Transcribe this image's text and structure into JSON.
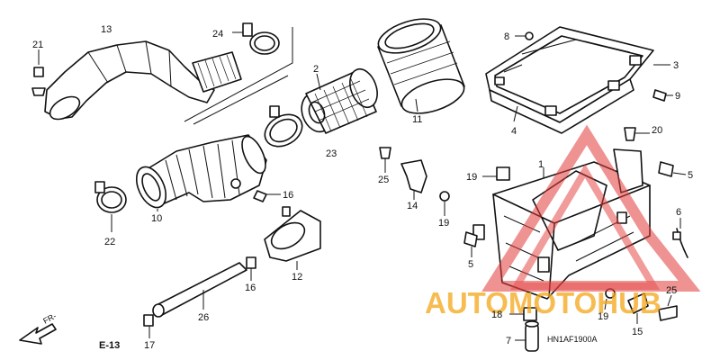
{
  "diagram": {
    "callouts": [
      {
        "id": "c1",
        "label": "1"
      },
      {
        "id": "c2",
        "label": "2"
      },
      {
        "id": "c3",
        "label": "3"
      },
      {
        "id": "c4",
        "label": "4"
      },
      {
        "id": "c5a",
        "label": "5"
      },
      {
        "id": "c5b",
        "label": "5"
      },
      {
        "id": "c6",
        "label": "6"
      },
      {
        "id": "c7",
        "label": "7"
      },
      {
        "id": "c8",
        "label": "8"
      },
      {
        "id": "c9",
        "label": "9"
      },
      {
        "id": "c10",
        "label": "10"
      },
      {
        "id": "c11",
        "label": "11"
      },
      {
        "id": "c12",
        "label": "12"
      },
      {
        "id": "c13",
        "label": "13"
      },
      {
        "id": "c15",
        "label": "15"
      },
      {
        "id": "c14",
        "label": "14"
      },
      {
        "id": "c16a",
        "label": "16"
      },
      {
        "id": "c16b",
        "label": "16"
      },
      {
        "id": "c17",
        "label": "17"
      },
      {
        "id": "c18",
        "label": "18"
      },
      {
        "id": "c19a",
        "label": "19"
      },
      {
        "id": "c19b",
        "label": "19"
      },
      {
        "id": "c19c",
        "label": "19"
      },
      {
        "id": "c20",
        "label": "20"
      },
      {
        "id": "c21",
        "label": "21"
      },
      {
        "id": "c22",
        "label": "22"
      },
      {
        "id": "c23",
        "label": "23"
      },
      {
        "id": "c24",
        "label": "24"
      },
      {
        "id": "c25a",
        "label": "25"
      },
      {
        "id": "c25b",
        "label": "25"
      },
      {
        "id": "c26",
        "label": "26"
      }
    ],
    "section_ref": "E-13",
    "front_marker": "FR-",
    "drawing_code": "HN1AF1900A",
    "watermark": "AUTOMOTOHUB",
    "colors": {
      "line": "#111111",
      "watermark_red": "#e23b3b",
      "watermark_orange": "#f4a81c"
    }
  }
}
